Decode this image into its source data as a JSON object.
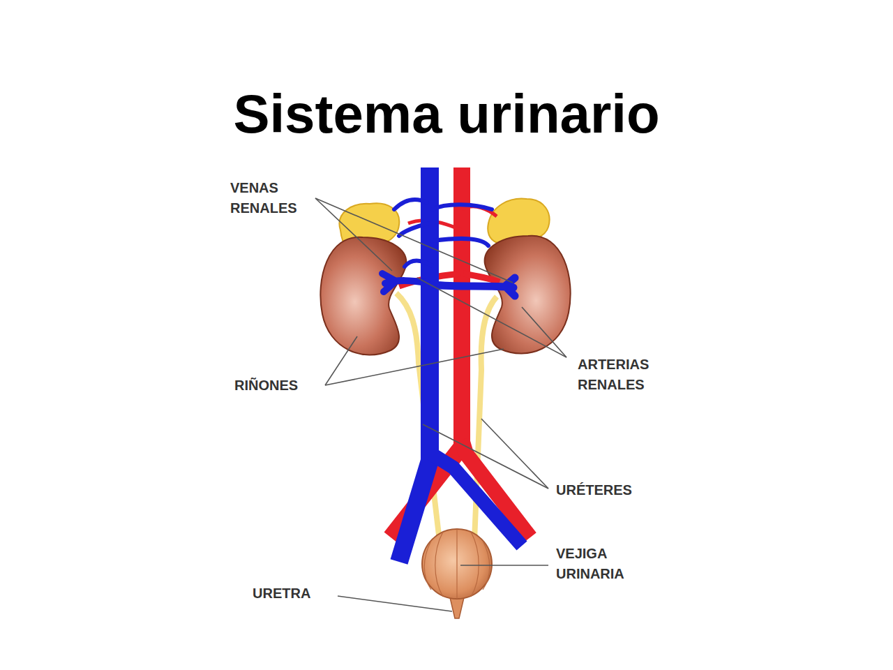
{
  "diagram": {
    "title": "Sistema urinario",
    "labels": [
      "VENAS RENALES",
      "RIÑONES",
      "ARTERIAS RENALES",
      "URÉTERES",
      "VEJIGA URINARIA",
      "URETRA"
    ]
  }
}
